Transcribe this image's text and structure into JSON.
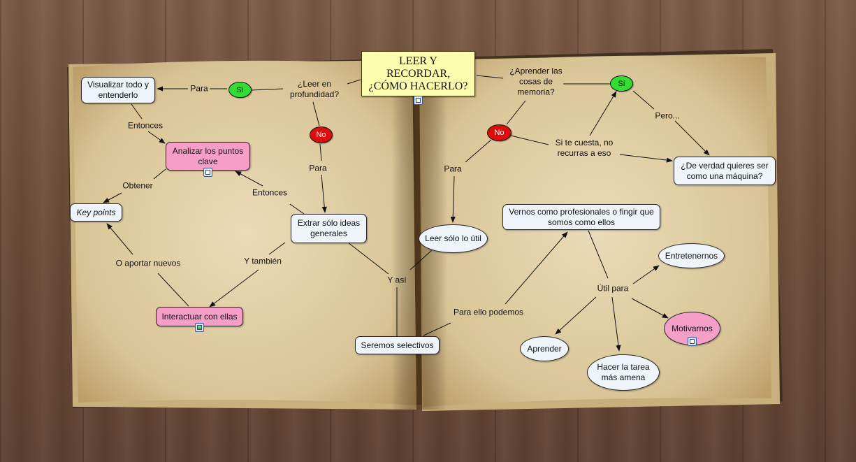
{
  "title": "LEER Y RECORDAR, ¿CÓMO HACERLO?",
  "nodes": {
    "visualizar": "Visualizar todo y entenderlo",
    "analizar": "Analizar los puntos clave",
    "key_points": "Key points",
    "interactuar": "Interactuar con ellas",
    "extraer": "Extrar sólo ideas generales",
    "seremos": "Seremos selectivos",
    "leer_util": "Leer sólo lo útil",
    "vernos": "Vernos como profesionales o fingir que somos como ellos",
    "de_verdad": "¿De verdad quieres ser como una máquina?",
    "entretenernos": "Entretenernos",
    "motivarnos": "Motivarnos",
    "aprender": "Aprender",
    "hacer_tarea": "Hacer la tarea más amena"
  },
  "badges": {
    "si_left": "Sí",
    "no_left": "No",
    "si_right": "Sí",
    "no_right": "No"
  },
  "labels": {
    "para_1": "Para",
    "leer_prof": "¿Leer en profundidad?",
    "entonces_1": "Entonces",
    "obtener": "Obtener",
    "entonces_2": "Entonces",
    "para_2": "Para",
    "o_aportar": "O aportar nuevos",
    "y_tambien": "Y también",
    "y_asi": "Y así",
    "para_ello": "Para ello podemos",
    "aprender_cosas": "¿Aprender las cosas de memoria?",
    "pero": "Pero...",
    "si_cuesta": "Si te cuesta, no recurras a eso",
    "para_3": "Para",
    "util_para": "Útil para"
  },
  "icons": [
    "note-icon",
    "image-icon"
  ],
  "colors": {
    "green_badge": "#33dd33",
    "red_badge": "#dd0d0d",
    "pink_node": "#f59fc8",
    "title_bg": "#fdfdb0",
    "node_bg": "#eef4fa"
  }
}
